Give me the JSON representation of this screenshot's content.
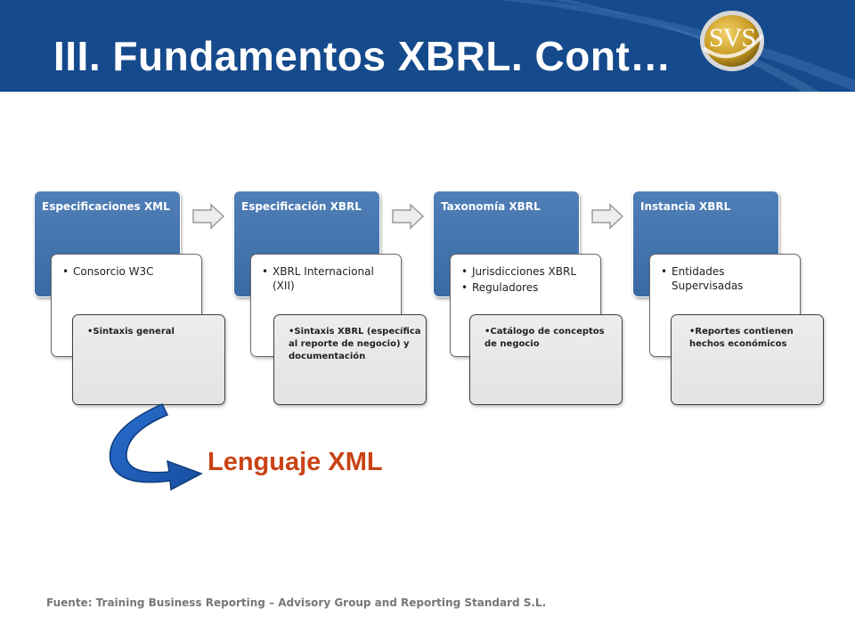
{
  "slide": {
    "title": "III. Fundamentos XBRL. Cont…",
    "logo_text": "SVS",
    "callout": "Lenguaje XML",
    "footer": "Fuente: Training Business Reporting – Advisory Group and Reporting Standard S.L."
  },
  "stages": [
    {
      "label": "Especificaciones XML",
      "items": [
        "Consorcio W3C"
      ],
      "detail": "•Sintaxis general"
    },
    {
      "label": "Especificación XBRL",
      "items": [
        "XBRL Internacional (XII)"
      ],
      "detail": "•Sintaxis XBRL (específica al reporte de negocio) y documentación"
    },
    {
      "label": "Taxonomía XBRL",
      "items": [
        "Jurisdicciones XBRL",
        "Reguladores"
      ],
      "detail": "•Catálogo de conceptos de negocio"
    },
    {
      "label": "Instancia XBRL",
      "items": [
        "Entidades Supervisadas"
      ],
      "detail": "•Reportes contienen hechos económicos"
    }
  ],
  "colors": {
    "header": "#154a8c",
    "stage_blue": "#4a7ab2",
    "callout": "#c94314",
    "curve_arrow": "#1f5bb5"
  }
}
